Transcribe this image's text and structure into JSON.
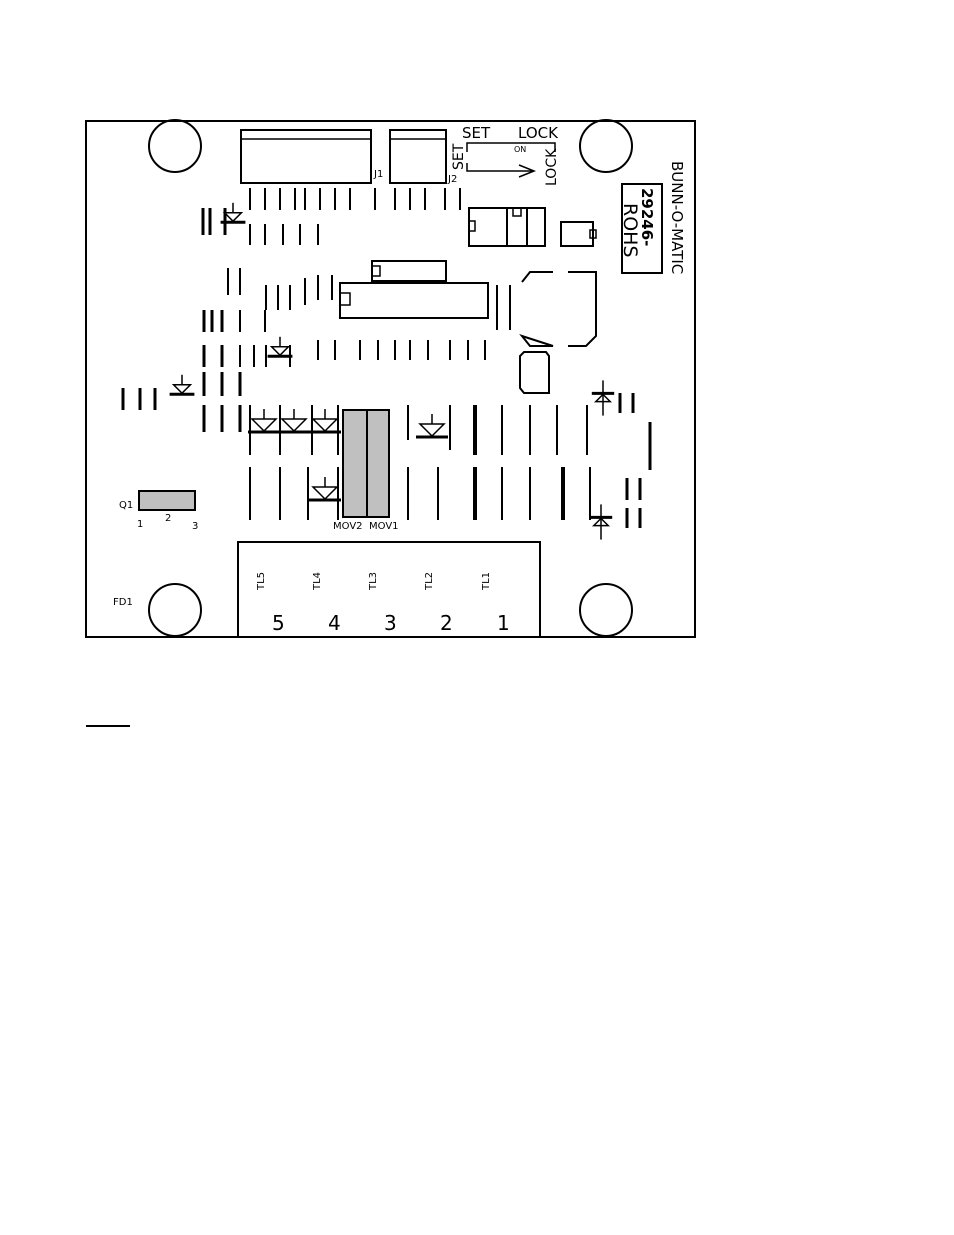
{
  "board": {
    "brand": "BUNN-O-MATIC",
    "part_number": "29246-",
    "rohs": "ROHS",
    "switch": {
      "top_left": "SET",
      "top_right": "LOCK",
      "on": "ON",
      "side_set": "SET",
      "side_lock": "LOCK"
    },
    "connectors": {
      "j1": "J1",
      "j2": "J2"
    },
    "transistor": {
      "label": "Q1",
      "pin1": "1",
      "pin2": "2",
      "pin3": "3"
    },
    "fd1": "FD1",
    "movs": {
      "mov2": "MOV2",
      "mov1": "MOV1"
    },
    "terminals": [
      {
        "label": "TL5",
        "number": "5"
      },
      {
        "label": "TL4",
        "number": "4"
      },
      {
        "label": "TL3",
        "number": "3"
      },
      {
        "label": "TL2",
        "number": "2"
      },
      {
        "label": "TL1",
        "number": "1"
      }
    ]
  },
  "colors": {
    "line": "#000000",
    "component_fill": "#c0c0c0",
    "background": "#ffffff"
  }
}
